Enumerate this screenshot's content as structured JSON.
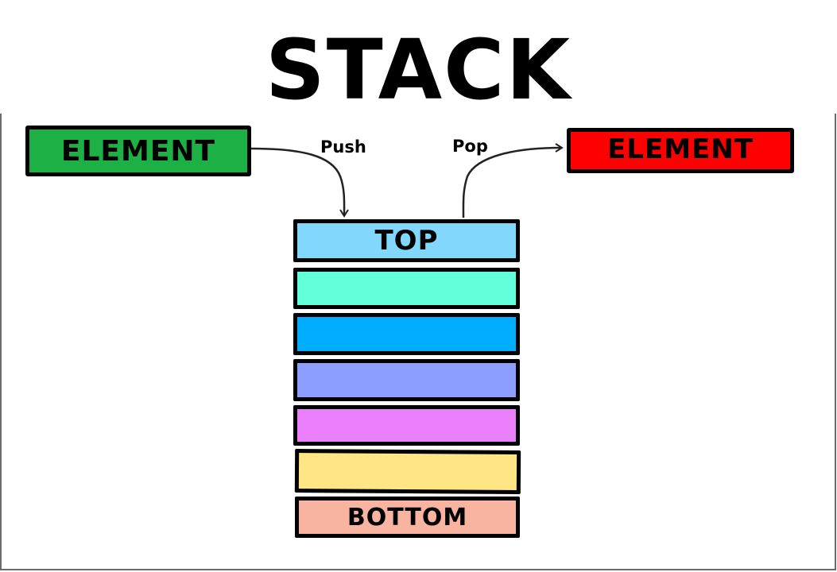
{
  "title": "STACK",
  "push_element": {
    "label": "ELEMENT",
    "color": "#1db044"
  },
  "pop_element": {
    "label": "ELEMENT",
    "color": "#ff0000"
  },
  "arrows": {
    "push_label": "Push",
    "pop_label": "Pop"
  },
  "stack": [
    {
      "label": "TOP",
      "color": "#82d7fd"
    },
    {
      "label": "",
      "color": "#63ffdb"
    },
    {
      "label": "",
      "color": "#00adff"
    },
    {
      "label": "",
      "color": "#8c9eff"
    },
    {
      "label": "",
      "color": "#ea80fc"
    },
    {
      "label": "",
      "color": "#ffe584"
    },
    {
      "label": "BOTTOM",
      "color": "#f8b3a1"
    }
  ]
}
